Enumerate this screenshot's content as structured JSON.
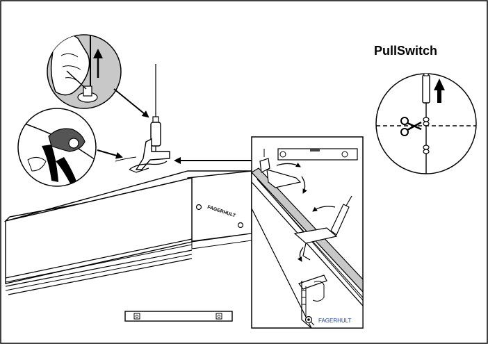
{
  "title": "PullSwitch",
  "housing_brand": "FAGERHULT",
  "inset_brand": "FAGERHULT",
  "colors": {
    "line": "#000000",
    "gray_fill": "#c8c8c8",
    "dark_gray": "#666666",
    "brand_blue": "#1a3f8f",
    "background": "#ffffff"
  },
  "icons": [
    "scissors-icon",
    "cable-cutter-icon",
    "up-arrow-icon"
  ]
}
